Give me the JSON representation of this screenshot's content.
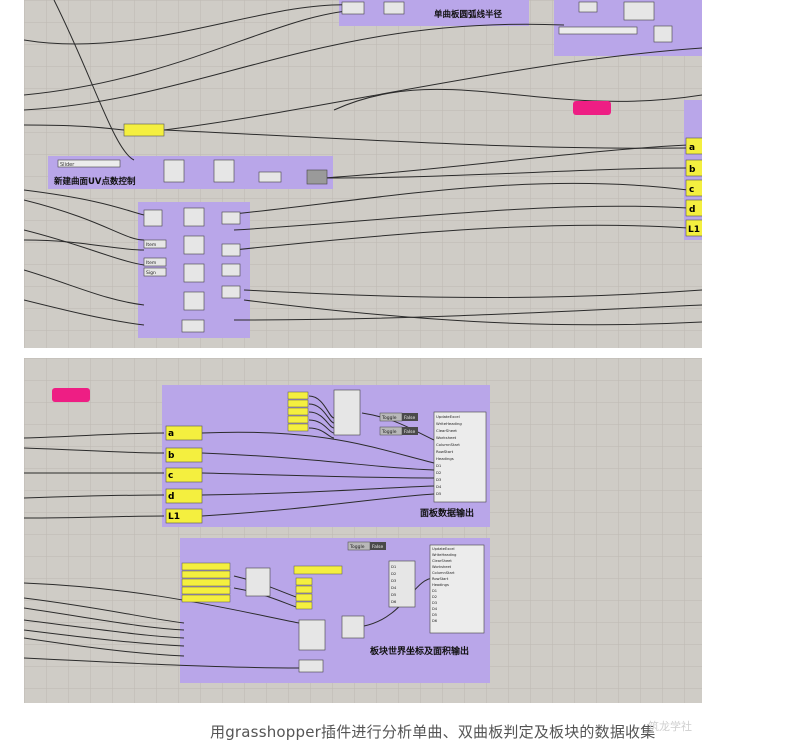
{
  "top_panel": {
    "group_titles": {
      "uv_control": "新建曲面UV点数控制",
      "arc_radius": "单曲板圆弧线半径"
    },
    "right_params": [
      "a",
      "b",
      "c",
      "d",
      "L1"
    ],
    "small_labels": [
      "Slider",
      "Item",
      "Item",
      "Sign"
    ]
  },
  "bottom_panel": {
    "group_titles": {
      "panel_output": "面板数据输出",
      "block_output": "板块世界坐标及面积输出"
    },
    "left_params": [
      "a",
      "b",
      "c",
      "d",
      "L1"
    ],
    "toggle_labels": [
      "Toggle",
      "False",
      "Toggle",
      "False",
      "Toggle",
      "False"
    ],
    "excel_inputs_1": [
      "UpdateExcel",
      "WriteHeading",
      "ClearSheet",
      "Worksheet",
      "ColumnStart",
      "RowStart",
      "Headings",
      "D1",
      "D2",
      "D3",
      "D4",
      "D5"
    ],
    "merge_inputs": [
      "D1",
      "D2",
      "D3",
      "D4",
      "D5",
      "D6"
    ],
    "excel_inputs_2": [
      "UpdateExcel",
      "WriteHeading",
      "ClearSheet",
      "Worksheet",
      "ColumnStart",
      "RowStart",
      "Headings",
      "D1",
      "D2",
      "D3",
      "D4",
      "D5",
      "D6"
    ]
  },
  "caption": "用grasshopper插件进行分析单曲、双曲板判定及板块的数据收集",
  "watermark": "筑龙学社",
  "colors": {
    "canvas": "#cfccc6",
    "group": "#b9a6e9",
    "param_yellow": "#f4ef3f",
    "pink": "#ee1e84",
    "wire": "#2b2b2b"
  }
}
